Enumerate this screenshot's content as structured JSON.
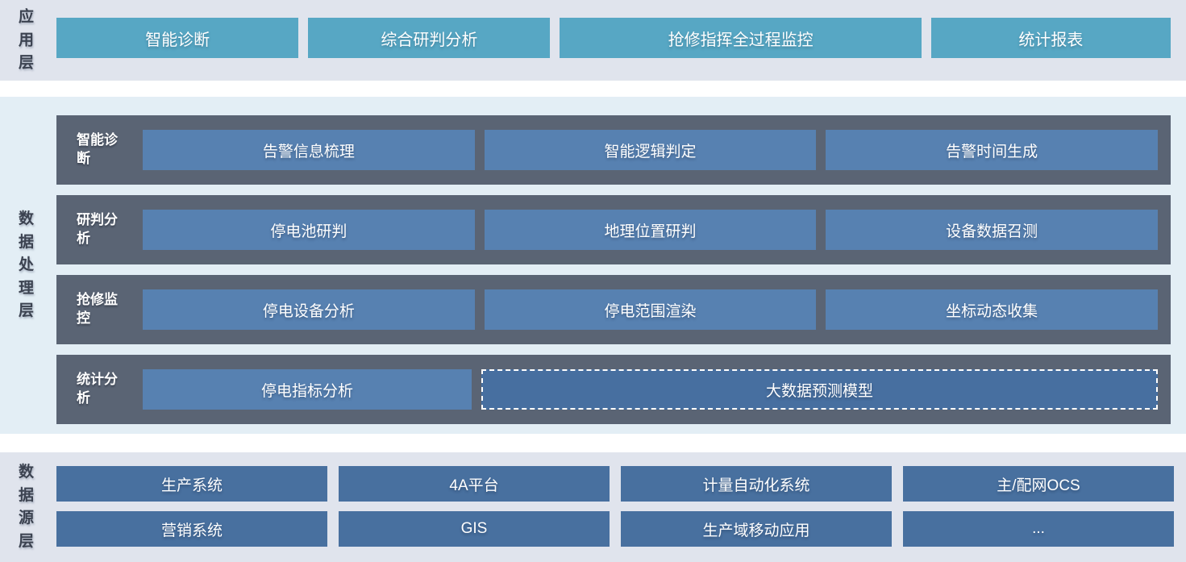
{
  "layers": {
    "application": {
      "label": "应用层",
      "buttons": [
        "智能诊断",
        "综合研判分析",
        "抢修指挥全过程监控",
        "统计报表"
      ]
    },
    "processing": {
      "label": "数据处理层",
      "rows": [
        {
          "label": "智能诊断",
          "boxes": [
            "告警信息梳理",
            "智能逻辑判定",
            "告警时间生成"
          ]
        },
        {
          "label": "研判分析",
          "boxes": [
            "停电池研判",
            "地理位置研判",
            "设备数据召测"
          ]
        },
        {
          "label": "抢修监控",
          "boxes": [
            "停电设备分析",
            "停电范围渲染",
            "坐标动态收集"
          ]
        },
        {
          "label": "统计分析",
          "boxes": [
            "停电指标分析",
            "大数据预测模型"
          ]
        }
      ]
    },
    "source": {
      "label": "数据源层",
      "boxes": [
        "生产系统",
        "4A平台",
        "计量自动化系统",
        "主/配网OCS",
        "营销系统",
        "GIS",
        "生产域移动应用",
        "..."
      ]
    }
  },
  "colors": {
    "band_light": "#e0e4ed",
    "band_blue_tint": "#e3eef5",
    "teal_button": "#57a7c4",
    "dark_row": "#5a6474",
    "mid_box_blue": "#5781b1",
    "dashed_box_blue": "#476fa0",
    "source_box_blue": "#48709f",
    "vertical_label_text": "#3b4250",
    "box_text": "#ffffff"
  }
}
